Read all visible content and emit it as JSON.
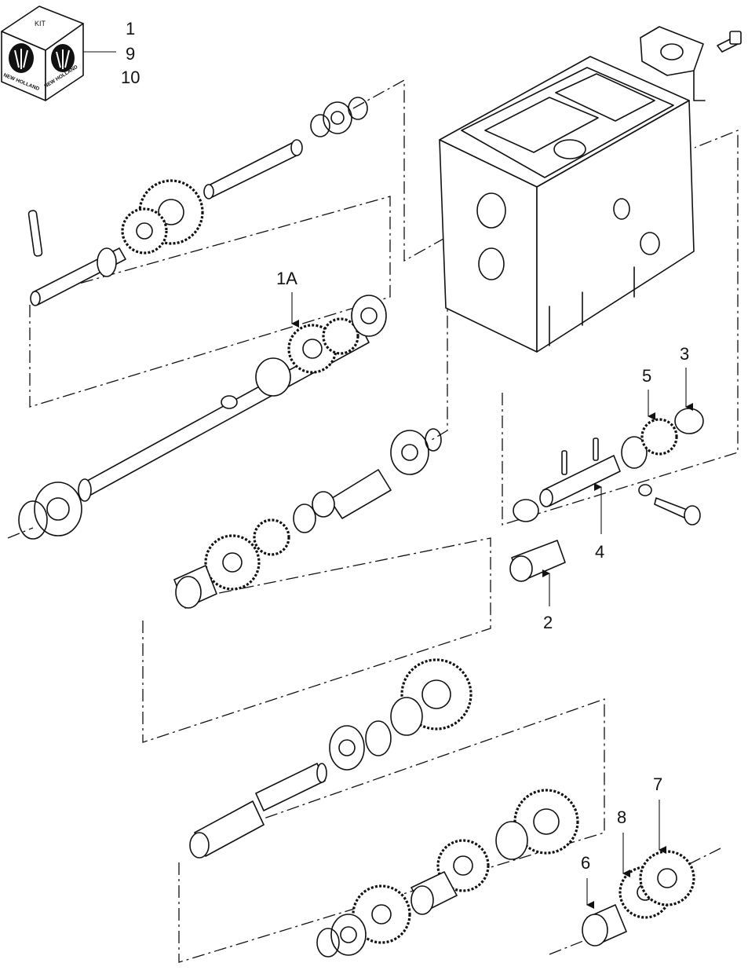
{
  "kit": {
    "label": "KIT",
    "brand": "NEW HOLLAND",
    "refs": [
      "1",
      "9",
      "10"
    ]
  },
  "callouts": {
    "c1A": "1A",
    "c2": "2",
    "c3": "3",
    "c4": "4",
    "c5": "5",
    "c6": "6",
    "c7": "7",
    "c8": "8"
  },
  "colors": {
    "ink": "#111111",
    "paper": "#ffffff"
  }
}
